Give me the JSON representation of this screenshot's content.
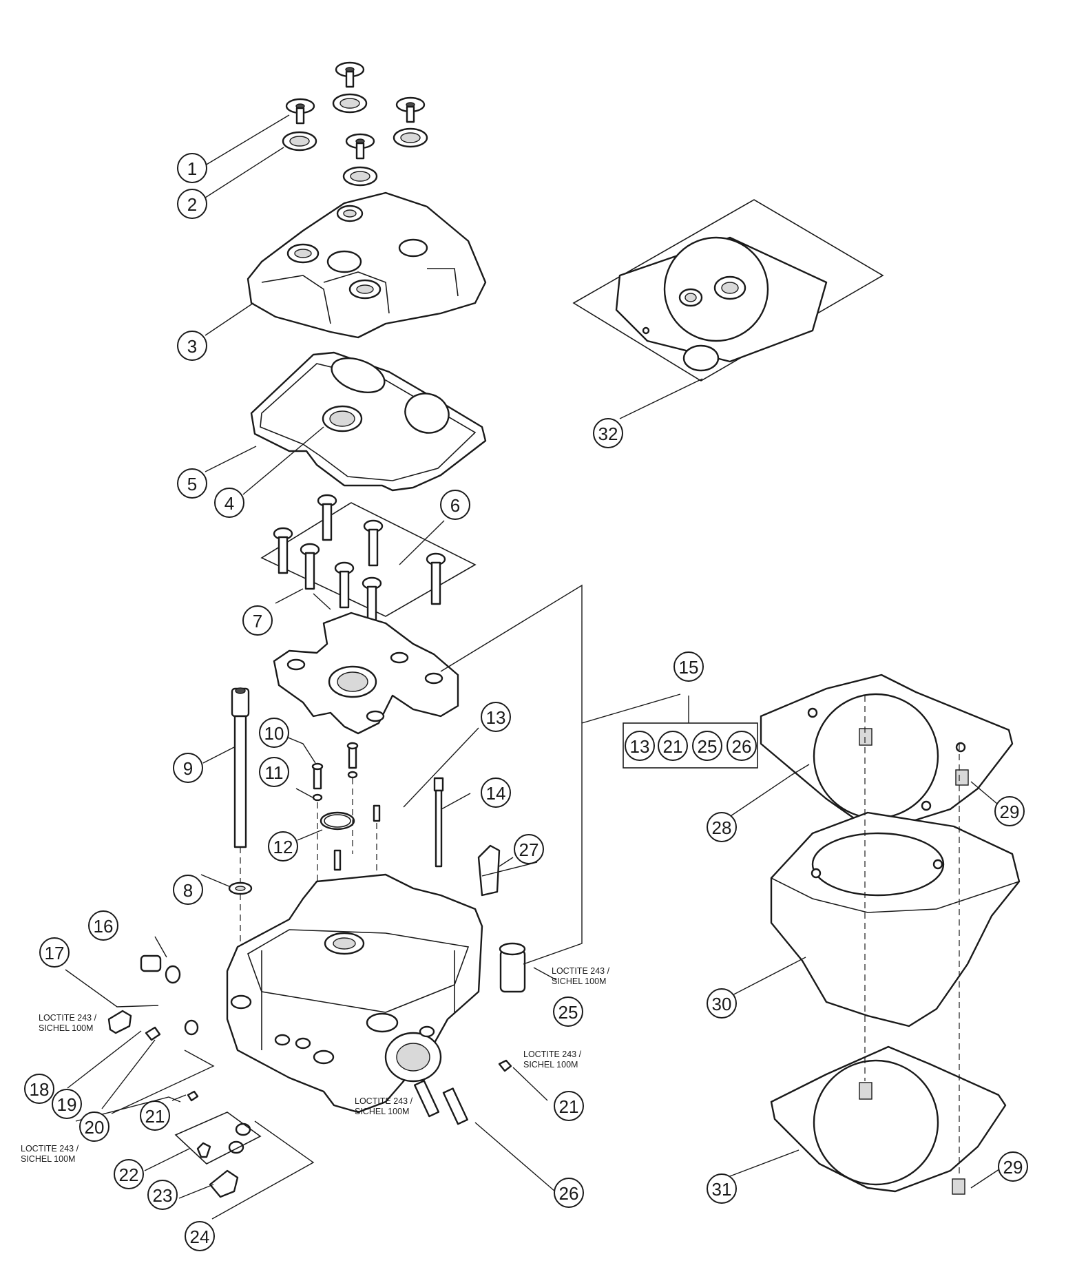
{
  "diagram": {
    "callouts": [
      {
        "id": "c1",
        "label": "1"
      },
      {
        "id": "c2",
        "label": "2"
      },
      {
        "id": "c3",
        "label": "3"
      },
      {
        "id": "c4",
        "label": "4"
      },
      {
        "id": "c5",
        "label": "5"
      },
      {
        "id": "c6",
        "label": "6"
      },
      {
        "id": "c7",
        "label": "7"
      },
      {
        "id": "c8",
        "label": "8"
      },
      {
        "id": "c9",
        "label": "9"
      },
      {
        "id": "c10",
        "label": "10"
      },
      {
        "id": "c11",
        "label": "11"
      },
      {
        "id": "c12",
        "label": "12"
      },
      {
        "id": "c13",
        "label": "13"
      },
      {
        "id": "c14",
        "label": "14"
      },
      {
        "id": "c15",
        "label": "15"
      },
      {
        "id": "c16",
        "label": "16"
      },
      {
        "id": "c17",
        "label": "17"
      },
      {
        "id": "c18",
        "label": "18"
      },
      {
        "id": "c19",
        "label": "19"
      },
      {
        "id": "c20",
        "label": "20"
      },
      {
        "id": "c21a",
        "label": "21"
      },
      {
        "id": "c21b",
        "label": "21"
      },
      {
        "id": "c22",
        "label": "22"
      },
      {
        "id": "c23",
        "label": "23"
      },
      {
        "id": "c24",
        "label": "24"
      },
      {
        "id": "c25",
        "label": "25"
      },
      {
        "id": "c26",
        "label": "26"
      },
      {
        "id": "c27",
        "label": "27"
      },
      {
        "id": "c28",
        "label": "28"
      },
      {
        "id": "c29a",
        "label": "29"
      },
      {
        "id": "c29b",
        "label": "29"
      },
      {
        "id": "c30",
        "label": "30"
      },
      {
        "id": "c31",
        "label": "31"
      },
      {
        "id": "c32",
        "label": "32"
      }
    ],
    "kit_group": {
      "label": "15",
      "members": [
        "13",
        "21",
        "25",
        "26"
      ]
    },
    "notes": [
      {
        "id": "n25",
        "line1": "LOCTITE 243 /",
        "line2": "SICHEL 100M"
      },
      {
        "id": "n21",
        "line1": "LOCTITE 243 /",
        "line2": "SICHEL 100M"
      },
      {
        "id": "n18",
        "line1": "LOCTITE 243 /",
        "line2": "SICHEL 100M"
      },
      {
        "id": "n23",
        "line1": "LOCTITE 243 /",
        "line2": "SICHEL 100M"
      },
      {
        "id": "n26",
        "line1": "LOCTITE 243 /",
        "line2": "SICHEL 100M"
      }
    ]
  }
}
